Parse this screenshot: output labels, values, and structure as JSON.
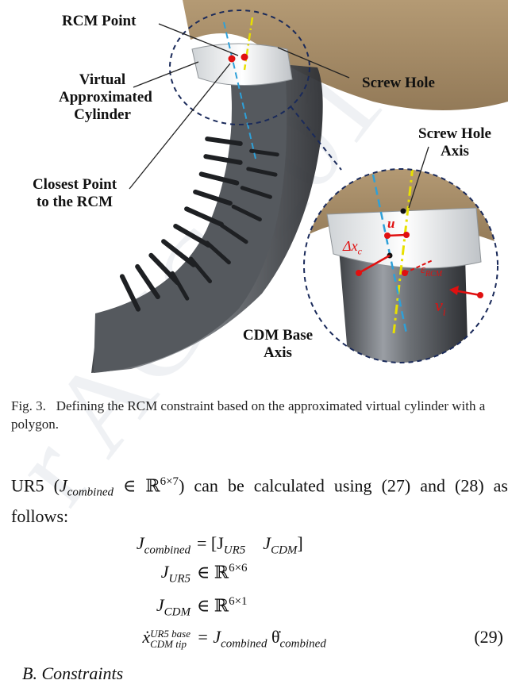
{
  "figure": {
    "labels": {
      "rcm_point": "RCM   Point",
      "virtual_cyl_1": "Virtual",
      "virtual_cyl_2": "Approximated",
      "virtual_cyl_3": "Cylinder",
      "screw_hole": "Screw Hole",
      "screw_hole_axis_1": "Screw Hole",
      "screw_hole_axis_2": "Axis",
      "closest_point_1": "Closest Point",
      "closest_point_2": "to the RCM",
      "cdm_base_1": "CDM Base",
      "cdm_base_2": "Axis",
      "u": "u",
      "delta_x": "Δx",
      "delta_x_sub": "c",
      "eps": "ε",
      "eps_sub": "RCM",
      "v": "v",
      "v_sub": "i"
    },
    "colors": {
      "tissue": "#a88f6c",
      "tool": "#5f6368",
      "dashed_circle": "#1a2a5a",
      "cyan_axis": "#2ea0d8",
      "yellow_axis": "#e8e000",
      "marker_red": "#e01010"
    }
  },
  "caption": {
    "prefix": "Fig. 3.",
    "text": "Defining the RCM constraint based on the approximated virtual cylinder with a polygon."
  },
  "paragraph": {
    "text_a": "UR5 (",
    "j_symbol": "J",
    "j_sub": "combined",
    "in_r": " ∈ ℝ",
    "sup": "6×7",
    "text_b": ") can be calculated using (27) and (28) as follows:"
  },
  "equations": {
    "eq1_lhs": "J",
    "eq1_lhs_sub": "combined",
    "eq1_rhs_a": "= [J",
    "eq1_rhs_sub1": "UR5",
    "eq1_rhs_b": "J",
    "eq1_rhs_sub2": "CDM",
    "eq1_rhs_c": "]",
    "eq2_lhs": "J",
    "eq2_lhs_sub": "UR5",
    "eq2_rhs": "∈ ℝ",
    "eq2_sup": "6×6",
    "eq3_lhs": "J",
    "eq3_lhs_sub": "CDM",
    "eq3_rhs": "∈ ℝ",
    "eq3_sup": "6×1",
    "eq4_lhs": "ẋ",
    "eq4_sup": "UR5 base",
    "eq4_sub": "CDM tip",
    "eq4_rhs_a": "= J",
    "eq4_rhs_sub": "combined",
    "eq4_rhs_b": " θ̇",
    "eq4_rhs_sub2": "combined",
    "number": "(29)"
  },
  "section": {
    "label": "B.  Constraints"
  },
  "watermark": {
    "text": "r ACC 2019"
  }
}
